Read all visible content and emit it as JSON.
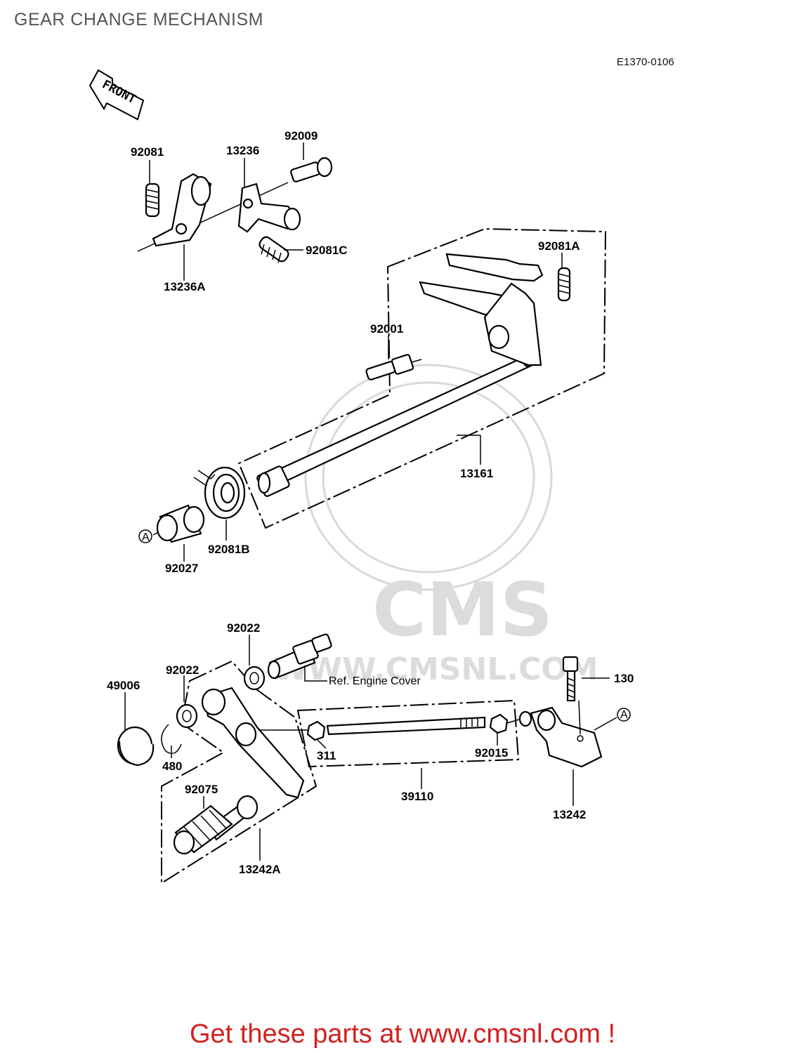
{
  "title": "GEAR CHANGE MECHANISM",
  "diagram_code": "E1370-0106",
  "front_arrow_label": "FRONT",
  "watermark": {
    "logo_text": "CMS",
    "url_text": "WWW.CMSNL.COM"
  },
  "labels": {
    "p92081": "92081",
    "p13236": "13236",
    "p92009": "92009",
    "p92081C": "92081C",
    "p13236A": "13236A",
    "p92081A": "92081A",
    "p92001": "92001",
    "p13161": "13161",
    "p92081B": "92081B",
    "p92027": "92027",
    "refA1": "A",
    "p92022a": "92022",
    "p92022b": "92022",
    "ref_engine_cover": "Ref.  Engine Cover",
    "p130": "130",
    "refA2": "A",
    "p49006": "49006",
    "p480": "480",
    "p311": "311",
    "p92015": "92015",
    "p39110": "39110",
    "p13242": "13242",
    "p92075": "92075",
    "p13242A": "13242A"
  },
  "promo_text": "Get these parts at www.cmsnl.com !"
}
